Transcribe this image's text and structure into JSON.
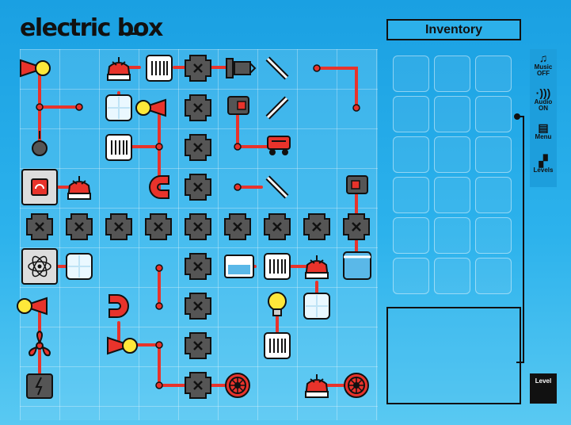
{
  "app": {
    "logo": "electric box"
  },
  "inventory": {
    "title": "Inventory",
    "slots": 18
  },
  "side_buttons": [
    {
      "icon": "music-note-icon",
      "line1": "Music",
      "line2": "OFF"
    },
    {
      "icon": "audio-icon",
      "line1": "Audio",
      "line2": "ON"
    },
    {
      "icon": "menu-icon",
      "line1": "Menu",
      "line2": ""
    },
    {
      "icon": "levels-icon",
      "line1": "Levels",
      "line2": ""
    }
  ],
  "level_button": {
    "label": "Level"
  },
  "board": {
    "cols": 9,
    "rows": 9
  },
  "colors": {
    "wire": "#e8332b",
    "node": "#5a5a5a",
    "bulb": "#ffe83a",
    "water": "#5ab8e8",
    "accent": "#e8332b"
  }
}
